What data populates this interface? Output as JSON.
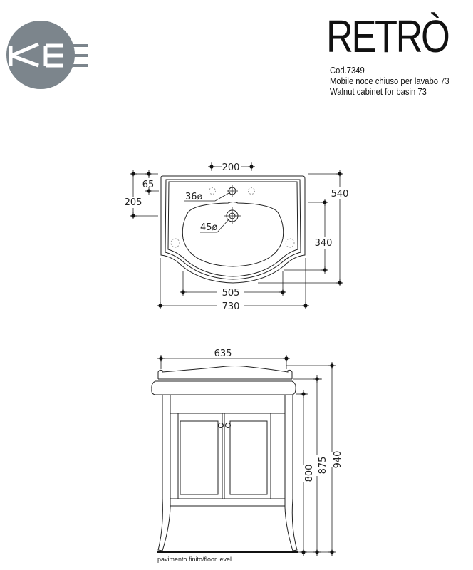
{
  "logo": {
    "text": "KE",
    "color": "#7c858c"
  },
  "header": {
    "title": "RETRÒ",
    "code": "Cod.7349",
    "description_it": "Mobile noce chiuso per lavabo 73",
    "description_en": "Walnut cabinet for basin 73"
  },
  "top_view": {
    "dimensions": {
      "tap_spacing": "200",
      "rim_to_tap": "65",
      "rim_to_drain": "205",
      "depth": "540",
      "bowl_depth": "340",
      "bowl_width": "505",
      "width": "730",
      "tap_hole": "36ø",
      "drain_hole": "45ø"
    }
  },
  "front_view": {
    "dimensions": {
      "cabinet_width": "635",
      "height_cabinet": "800",
      "height_basin_rim": "875",
      "height_total": "940"
    },
    "floor_label": "pavimento finito/floor level"
  }
}
